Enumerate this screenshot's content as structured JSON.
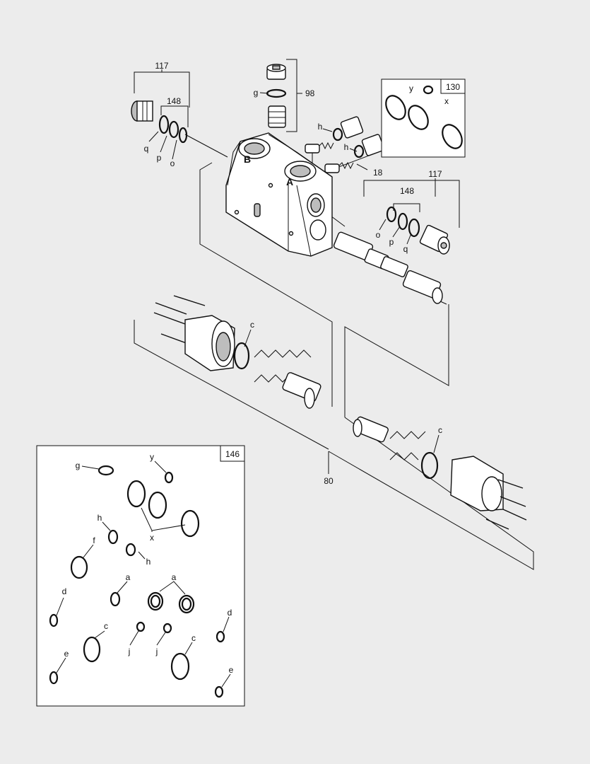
{
  "labels": {
    "n117a": "117",
    "n148a": "148",
    "q1": "q",
    "p1": "p",
    "o1": "o",
    "g1": "g",
    "n98": "98",
    "y1": "y",
    "n130": "130",
    "x1": "x",
    "h1": "h",
    "h2": "h",
    "n18": "18",
    "n117b": "117",
    "n148b": "148",
    "o2": "o",
    "p2": "p",
    "q2": "q",
    "c1": "c",
    "c2": "c",
    "n80": "80",
    "portB": "B",
    "portA": "A",
    "n146": "146",
    "g2": "g",
    "y2": "y",
    "x2": "x",
    "h3": "h",
    "h4": "h",
    "f1": "f",
    "a1": "a",
    "a2": "a",
    "d1": "d",
    "c3": "c",
    "j1": "j",
    "j2": "j",
    "c4": "c",
    "d2": "d",
    "e1": "e",
    "e2": "e"
  },
  "colors": {
    "background": "#ececec",
    "line": "#111111",
    "part_fill": "#ffffff",
    "shade": "#bdbdbd"
  }
}
